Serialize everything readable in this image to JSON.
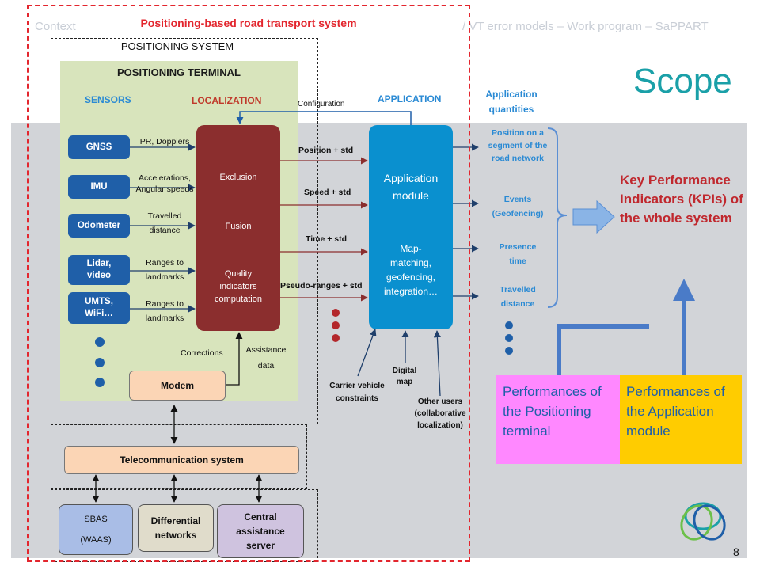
{
  "header": {
    "breadcrumb_left": "Context",
    "breadcrumb_right": "/ VT error models – Work program – SaPPART",
    "title": "Scope",
    "page_number": "8"
  },
  "diagram": {
    "outer_label": "Positioning-based road transport system",
    "system_label": "POSITIONING SYSTEM",
    "terminal_label": "POSITIONING TERMINAL",
    "sections": {
      "sensors": "SENSORS",
      "localization": "LOCALIZATION",
      "application": "APPLICATION",
      "quantities_line1": "Application",
      "quantities_line2": "quantities"
    },
    "sensors": [
      {
        "label": "GNSS",
        "output_line1": "PR, Dopplers",
        "output_line2": ""
      },
      {
        "label": "IMU",
        "output_line1": "Accelerations,",
        "output_line2": "Angular speeds"
      },
      {
        "label": "Odometer",
        "output_line1": "Travelled",
        "output_line2": "distance"
      },
      {
        "label_line1": "Lidar,",
        "label_line2": "video",
        "output_line1": "Ranges to",
        "output_line2": "landmarks"
      },
      {
        "label_line1": "UMTS,",
        "label_line2": "WiFi…",
        "output_line1": "Ranges to",
        "output_line2": "landmarks"
      }
    ],
    "localization_steps": [
      "Exclusion",
      "Fusion"
    ],
    "quality_line1": "Quality",
    "quality_line2": "indicators",
    "quality_line3": "computation",
    "configuration": "Configuration",
    "outputs": [
      "Position + std",
      "Speed + std",
      "Time + std",
      "Pseudo-ranges + std"
    ],
    "app_module_line1": "Application",
    "app_module_line2": "module",
    "app_func_line1": "Map-",
    "app_func_line2": "matching,",
    "app_func_line3": "geofencing,",
    "app_func_line4": "integration…",
    "quantities": [
      {
        "l1": "Position on a",
        "l2": "segment of the",
        "l3": "road network"
      },
      {
        "l1": "Events",
        "l2": "(Geofencing)"
      },
      {
        "l1": "Presence",
        "l2": "time"
      },
      {
        "l1": "Travelled",
        "l2": "distance"
      }
    ],
    "corrections": "Corrections",
    "assistance_line1": "Assistance",
    "assistance_line2": "data",
    "modem": "Modem",
    "carrier_line1": "Carrier vehicle",
    "carrier_line2": "constraints",
    "digital_line1": "Digital",
    "digital_line2": "map",
    "other_line1": "Other users",
    "other_line2": "(collaborative",
    "other_line3": "localization)",
    "telecom": "Telecommunication system",
    "sbas_line1": "SBAS",
    "sbas_line2": "(WAAS)",
    "diff_line1": "Differential",
    "diff_line2": "networks",
    "central_line1": "Central",
    "central_line2": "assistance",
    "central_line3": "server",
    "kpi": "Key Performance Indicators (KPIs) of the whole system",
    "perf_terminal": "Performances of the Positioning terminal",
    "perf_app": "Performances of the Application module"
  },
  "colors": {
    "accent_red": "#e3262e",
    "teal_title": "#1aa0a8",
    "sensor_blue": "#1f5fa8",
    "localization_red": "#8b2e2e",
    "app_blue": "#0a90cf",
    "terminal_green": "#d8e4bc",
    "perf_pink": "#ff88ff",
    "perf_yellow": "#ffcc00"
  }
}
